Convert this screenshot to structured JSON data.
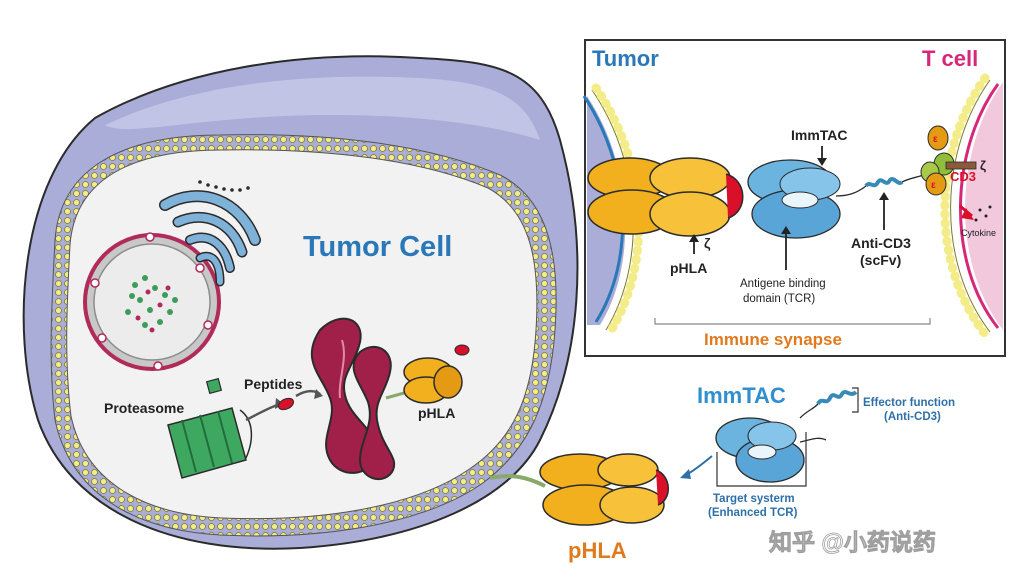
{
  "labels": {
    "tumor_cell": "Tumor Cell",
    "peptides": "Peptides",
    "proteasome": "Proteasome",
    "phla_inside": "pHLA",
    "phla_main": "pHLA",
    "immtac_main": "ImmTAC",
    "effector_function_line1": "Effector function",
    "effector_function_line2": "(Anti-CD3)",
    "target_system_line1": "Target systerm",
    "target_system_line2": "(Enhanced TCR)"
  },
  "inset": {
    "tumor_title": "Tumor",
    "tcell_title": "T cell",
    "immtac": "ImmTAC",
    "phla": "pHLA",
    "zeta_left": "ζ",
    "antigen_line1": "Antigene binding",
    "antigen_line2": "domain (TCR)",
    "anticd3_line1": "Anti-CD3",
    "anticd3_line2": "(scFv)",
    "cd3": "CD3",
    "zeta_right": "ζ",
    "epsilon_1": "ε",
    "epsilon_2": "ε",
    "cytokine": "Cytokine",
    "immune_synapse": "Immune synapse"
  },
  "watermark": "知乎 @小药说药",
  "colors": {
    "tumor_blue": "#2a78b8",
    "tcell_pink": "#d6287a",
    "orange_text": "#e07a1f",
    "immtac_blue": "#2f8fcf",
    "phla_yellow": "#f2b01e",
    "phla_red": "#d8102a",
    "er_crimson": "#a0204a",
    "proteasome_green": "#3fa860",
    "cell_purple": "#a9add8"
  }
}
